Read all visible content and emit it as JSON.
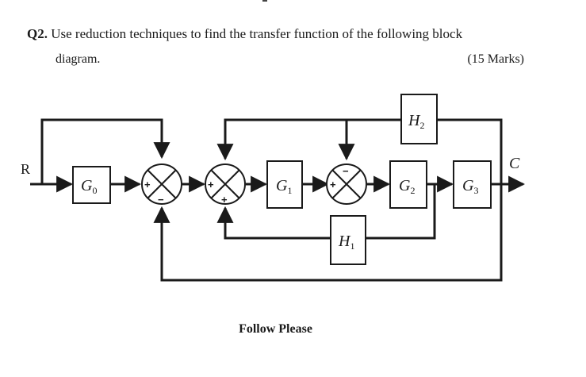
{
  "question": {
    "number": "Q2.",
    "text_line1": "Use reduction techniques to find the transfer function of the following block",
    "text_line2": "diagram.",
    "marks": "(15 Marks)"
  },
  "diagram": {
    "input_label": "R",
    "output_label": "C",
    "blocks": {
      "g0": {
        "main": "G",
        "sub": "0"
      },
      "g1": {
        "main": "G",
        "sub": "1"
      },
      "g2": {
        "main": "G",
        "sub": "2"
      },
      "g3": {
        "main": "G",
        "sub": "3"
      },
      "h1": {
        "main": "H",
        "sub": "1"
      },
      "h2": {
        "main": "H",
        "sub": "2"
      }
    },
    "summers": {
      "s1": {
        "left": "+",
        "bottom": "−"
      },
      "s2": {
        "left": "+",
        "bottom": "+"
      },
      "s3": {
        "left": "+",
        "top": "−"
      }
    }
  },
  "footer": {
    "text": "Follow Please"
  }
}
